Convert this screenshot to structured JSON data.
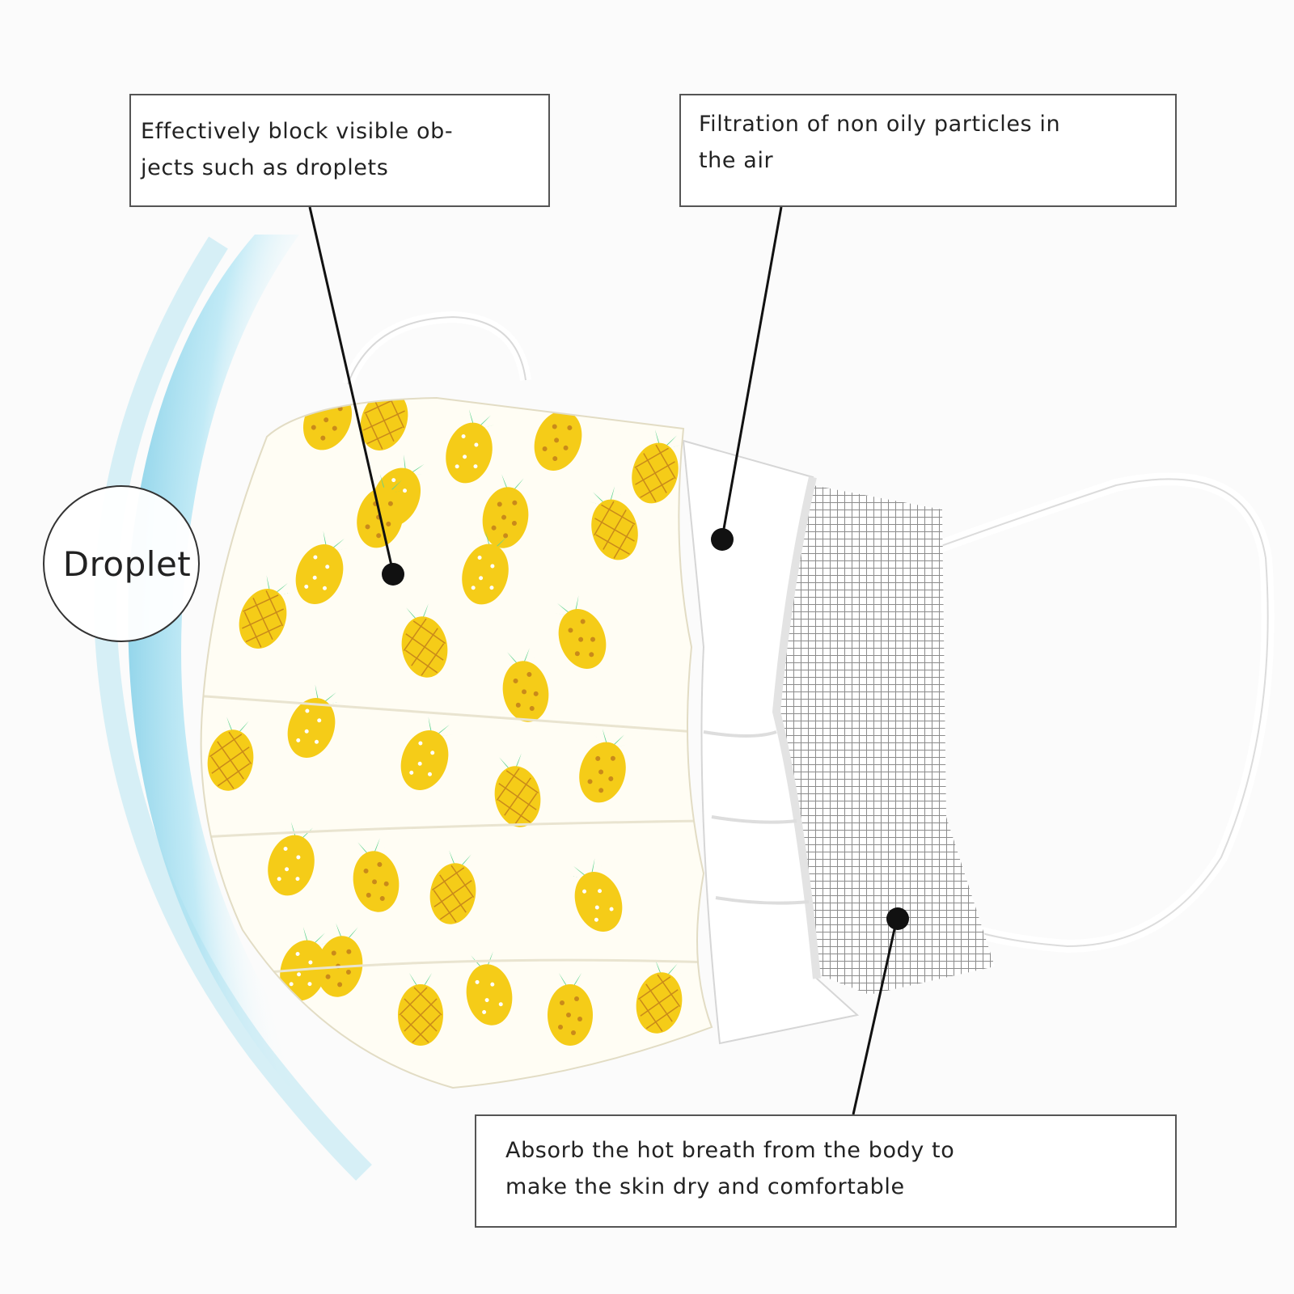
{
  "callouts": {
    "droplets": {
      "line1": "Effectively block visible ob-",
      "line2": "jects such as droplets"
    },
    "filtration": {
      "line1": "Filtration of non oily particles in",
      "line2": "the air"
    },
    "absorb": {
      "line1": "Absorb the hot breath from the body to",
      "line2": "make the skin dry and comfortable"
    }
  },
  "droplet_label": "Droplet",
  "colors": {
    "pineapple_yellow": "#f5cc18",
    "pineapple_dots": "#c98a1a",
    "leaf_green": "#5fd38f",
    "droplet_blue": "#9fdcef",
    "filter_gray": "#9a9a9a",
    "callout_border": "#555555"
  },
  "icons": [
    "pineapple-icon",
    "mesh-pattern"
  ]
}
